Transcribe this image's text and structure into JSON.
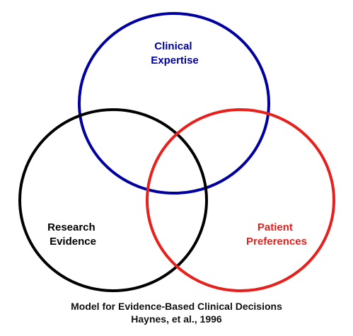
{
  "diagram": {
    "circles": [
      {
        "id": "clinical",
        "color": "#0000a0",
        "label_lines": [
          "Clinical",
          "Expertise"
        ]
      },
      {
        "id": "research",
        "color": "#000000",
        "label_lines": [
          "Research",
          "Evidence"
        ]
      },
      {
        "id": "patient",
        "color": "#e8201c",
        "label_lines": [
          "Patient",
          "Preferences"
        ]
      }
    ]
  },
  "caption": {
    "line1": "Model for Evidence-Based Clinical Decisions",
    "line2": "Haynes, et al., 1996"
  }
}
